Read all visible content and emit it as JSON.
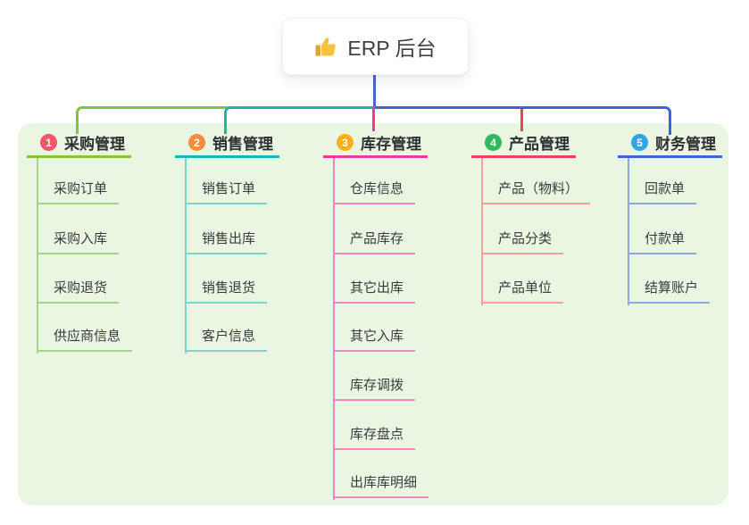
{
  "root": {
    "label": "ERP 后台",
    "icon": "thumbs-up-icon"
  },
  "colors": {
    "panel_background": "#e9f6e2",
    "root_connector": "#5063d2"
  },
  "branches": [
    {
      "num": "1",
      "label": "采购管理",
      "badge_color": "#f4566c",
      "line_color": "#85c23f",
      "child_line_color": "#a6d287",
      "children": [
        "采购订单",
        "采购入库",
        "采购退货",
        "供应商信息"
      ]
    },
    {
      "num": "2",
      "label": "销售管理",
      "badge_color": "#f78c3e",
      "line_color": "#15b8b0",
      "child_line_color": "#7ad5cf",
      "children": [
        "销售订单",
        "销售出库",
        "销售退货",
        "客户信息"
      ]
    },
    {
      "num": "3",
      "label": "库存管理",
      "badge_color": "#fbb017",
      "line_color": "#e93a9c",
      "child_line_color": "#f184c3",
      "children": [
        "仓库信息",
        "产品库存",
        "其它出库",
        "其它入库",
        "库存调拨",
        "库存盘点",
        "出库库明细"
      ]
    },
    {
      "num": "4",
      "label": "产品管理",
      "badge_color": "#33b95d",
      "line_color": "#ea4257",
      "child_line_color": "#f6a09b",
      "children": [
        "产品（物料）",
        "产品分类",
        "产品单位"
      ]
    },
    {
      "num": "5",
      "label": "财务管理",
      "badge_color": "#31a3e8",
      "line_color": "#3d63d6",
      "child_line_color": "#90a6df",
      "children": [
        "回款单",
        "付款单",
        "结算账户"
      ]
    }
  ]
}
